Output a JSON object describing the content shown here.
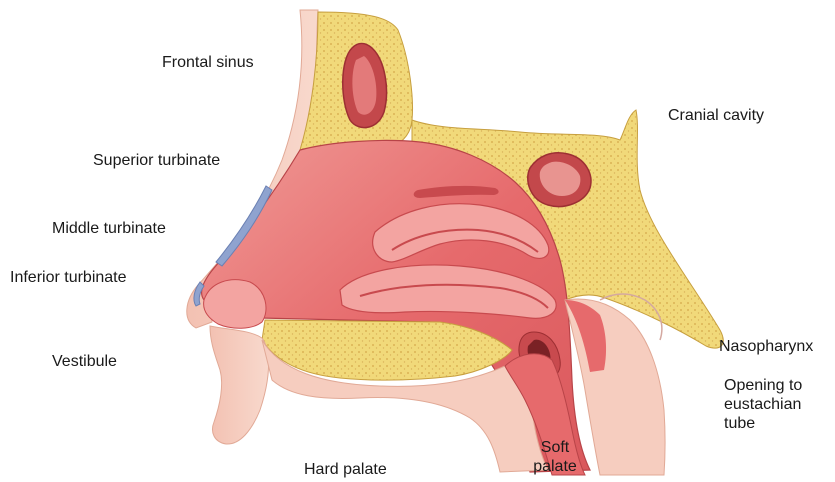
{
  "diagram": {
    "labels": {
      "frontal_sinus": "Frontal sinus",
      "cranial_cavity": "Cranial cavity",
      "superior_turbinate": "Superior turbinate",
      "middle_turbinate": "Middle turbinate",
      "inferior_turbinate": "Inferior turbinate",
      "vestibule": "Vestibule",
      "nasopharynx": "Nasopharynx",
      "eustachian_opening": "Opening to\neustachian\ntube",
      "soft_palate": "Soft\npalate",
      "hard_palate": "Hard palate"
    },
    "colors": {
      "bone": "#f1d97a",
      "bone_dots": "#d4a84a",
      "mucosa": "#e66a6c",
      "mucosa_dark": "#c84a4e",
      "mucosa_light": "#f3a4a1",
      "skin": "#f6cdbf",
      "cartilage": "#8fa3cf",
      "sinus": "#c3484b"
    }
  }
}
